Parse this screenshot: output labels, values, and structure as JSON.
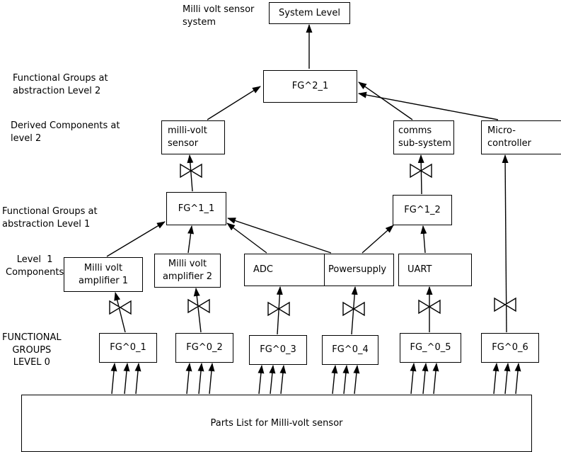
{
  "colors": {
    "background": "#ffffff",
    "line": "#000000",
    "box_fill": "#ffffff"
  },
  "annotations": {
    "system_title": "Milli volt sensor\nsystem",
    "fg_level2": "Functional Groups at\nabstraction Level 2",
    "derived_level2": "Derived Components at\nlevel 2",
    "fg_level1": "Functional Groups at\nabstraction Level 1",
    "level1_components": "Level  1\nComponents",
    "fg_level0": "FUNCTIONAL\nGROUPS\nLEVEL 0"
  },
  "nodes": {
    "system_level": "System Level",
    "fg2_1": "FG^2_1",
    "derived": {
      "sensor": "milli-volt\nsensor",
      "comms": "comms\nsub-system",
      "micro": "Micro-\ncontroller"
    },
    "fg1": {
      "fg1_1": "FG^1_1",
      "fg1_2": "FG^1_2"
    },
    "components": {
      "amp1": "Milli volt\namplifier 1",
      "amp2": "Milli volt\namplifier 2",
      "adc": "ADC",
      "power": "Powersupply",
      "uart": "UART"
    },
    "fg0": [
      "FG^0_1",
      "FG^0_2",
      "FG^0_3",
      "FG^0_4",
      "FG_^0_5",
      "FG^0_6"
    ],
    "parts_list": "Parts List for Milli-volt sensor"
  }
}
